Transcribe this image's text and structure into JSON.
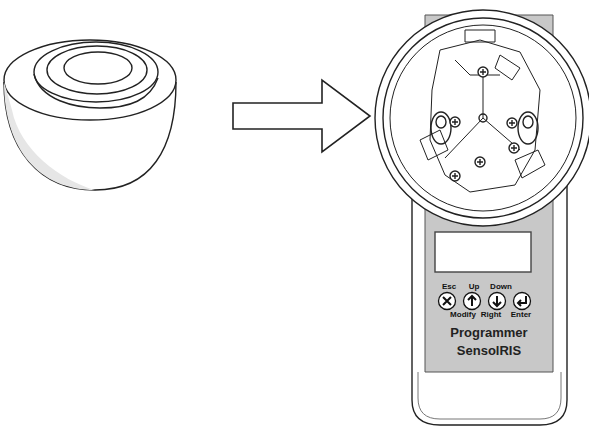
{
  "diagram": {
    "nodes": [
      {
        "text": [
          "Programmer SensolRIS"
        ]
      }
    ],
    "labels": [
      "Esc",
      "Up",
      "Down",
      "Modify",
      "Right",
      "Enter"
    ]
  }
}
